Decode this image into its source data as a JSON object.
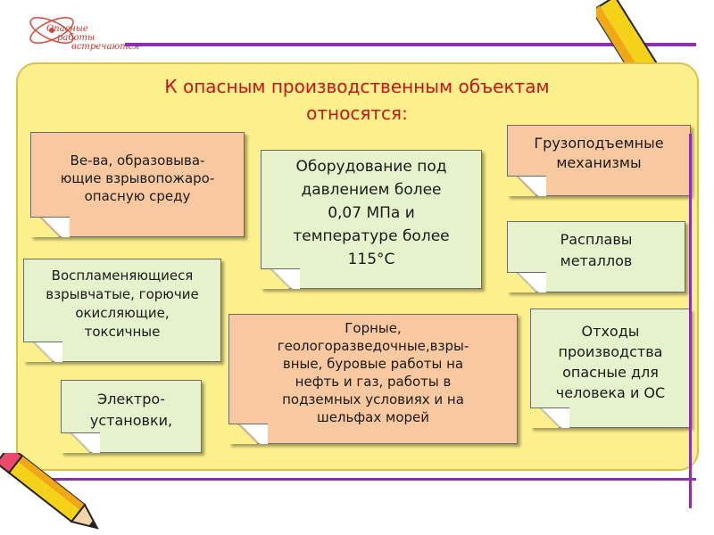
{
  "logo": {
    "line1": "Опасные",
    "line2": "работы",
    "line3": "встречаются"
  },
  "title": {
    "line1": "К опасным производственным объектам",
    "line2": "относятся:"
  },
  "notes": [
    {
      "id": "explosive-env",
      "text": "Ве-ва, образовыва-\nющие взрывопожаро-\nопасную среду"
    },
    {
      "id": "pressure-equipment",
      "text": "Оборудование под\nдавлением более\n0,07 МПа и\nтемпературе более\n115°С"
    },
    {
      "id": "lifting-mechanisms",
      "text": "Грузоподъемные\nмеханизмы"
    },
    {
      "id": "metal-melts",
      "text": "Расплавы\nметаллов"
    },
    {
      "id": "flammable-substances",
      "text": "Воспламеняющиеся\nвзрывчатые, горючие\nокисляющие,\nтоксичные"
    },
    {
      "id": "mining-works",
      "text": "Горные,\nгеологоразведочные,взры-\nвные, буровые работы на\nнефть и газ, работы в\nподземных условиях и на\nшельфах морей"
    },
    {
      "id": "production-waste",
      "text": "Отходы\nпроизводства\nопасные для\nчеловека и ОС"
    },
    {
      "id": "electrical-installations",
      "text": "Электро-\nустановки,"
    }
  ],
  "colors": {
    "panel": "#fcf08c",
    "title": "#c81414",
    "peach_note": "#f8c8a0",
    "green_note": "#e6f2cc",
    "rule": "#8e2fb0"
  }
}
